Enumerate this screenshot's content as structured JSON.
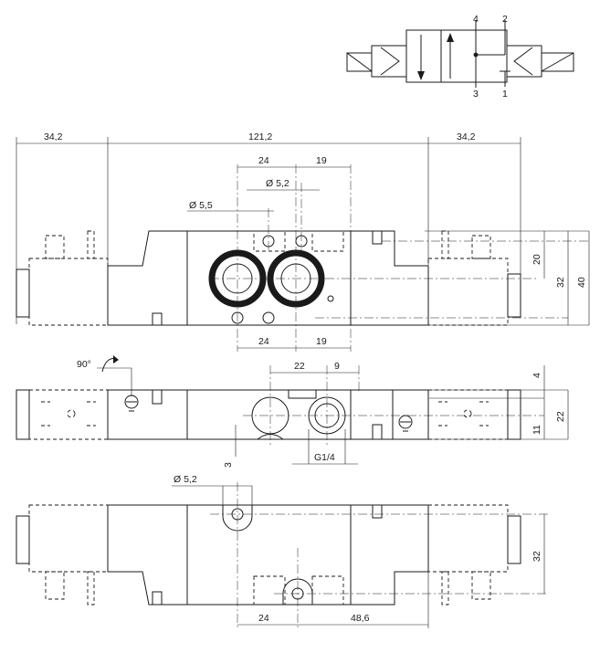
{
  "symbol": {
    "ports": {
      "p4": "4",
      "p2": "2",
      "p3": "3",
      "p1": "1"
    }
  },
  "top_view": {
    "dims": {
      "overall_left": "34,2",
      "overall_mid": "121,2",
      "overall_right": "34,2",
      "top_24": "24",
      "top_19": "19",
      "dia_52": "Ø 5,2",
      "dia_55": "Ø 5,5",
      "bottom_24": "24",
      "bottom_19": "19",
      "h20": "20",
      "h32": "32",
      "h40": "40"
    }
  },
  "front_view": {
    "dims": {
      "rot90": "90°",
      "w22": "22",
      "w9": "9",
      "v4": "4",
      "v11": "11",
      "v22": "22",
      "v3": "3",
      "thread": "G1/4"
    }
  },
  "bottom_view": {
    "dims": {
      "dia_52": "Ø 5,2",
      "v32": "32",
      "w24": "24",
      "w486": "48,6"
    }
  }
}
